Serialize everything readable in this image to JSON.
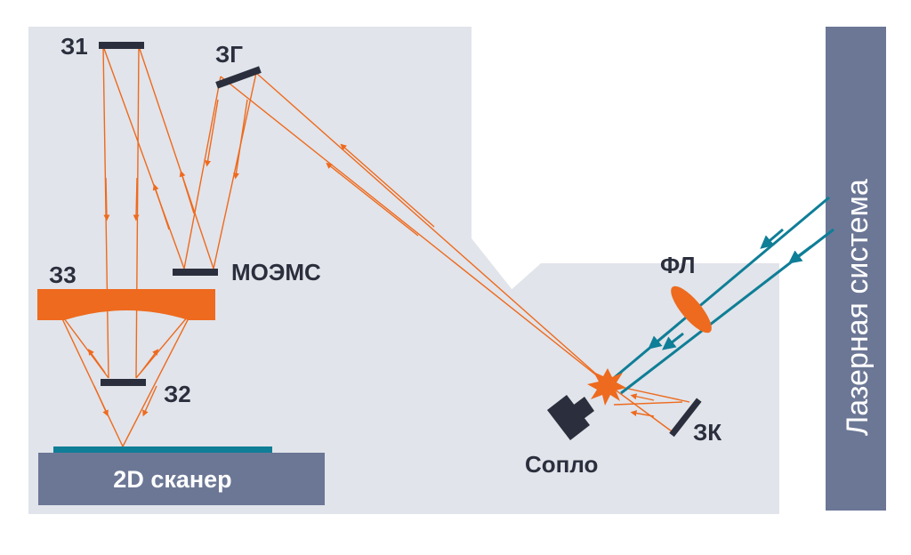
{
  "colors": {
    "panel": "#e1e4ea",
    "dark": "#2b2f3d",
    "orange": "#ee6a1e",
    "teal": "#0f7e97",
    "slate": "#6c7796",
    "white": "#ffffff"
  },
  "labels": {
    "mirror_1": "З1",
    "mirror_2": "З2",
    "mirror_3": "З3",
    "grating": "ЗГ",
    "moems": "МОЭМС",
    "scanner": "2D сканер",
    "lens": "ФЛ",
    "nozzle": "Сопло",
    "mirror_k": "ЗК",
    "laser": "Лазерная система"
  }
}
